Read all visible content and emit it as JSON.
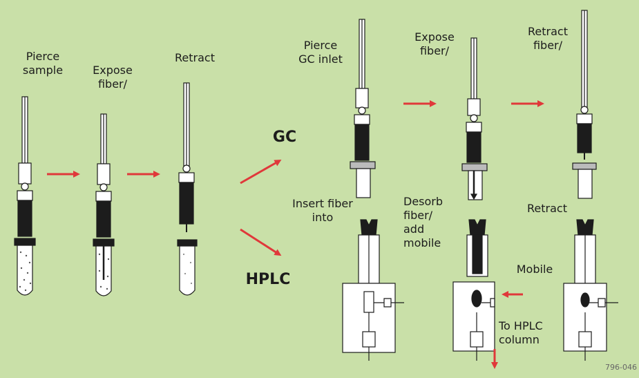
{
  "labels": {
    "pierce_sample": [
      "Pierce",
      "sample"
    ],
    "expose_fiber_1": [
      "Expose",
      "fiber/"
    ],
    "retract_1": "Retract",
    "pierce_gc": [
      "Pierce",
      "GC inlet"
    ],
    "expose_fiber_2": [
      "Expose",
      "fiber/"
    ],
    "retract_fiber": [
      "Retract",
      "fiber/"
    ],
    "gc": "GC",
    "hplc": "HPLC",
    "insert_fiber": [
      "Insert fiber",
      "into"
    ],
    "desorb": [
      "Desorb",
      "fiber/",
      "add",
      "mobile"
    ],
    "retract_2": "Retract",
    "mobile": "Mobile",
    "to_hplc": [
      "To HPLC",
      "column"
    ],
    "figure_code": "796-046"
  },
  "colors": {
    "background": "#c9e0a8",
    "arrow": "#e0383a",
    "ink": "#1c1c1c"
  }
}
